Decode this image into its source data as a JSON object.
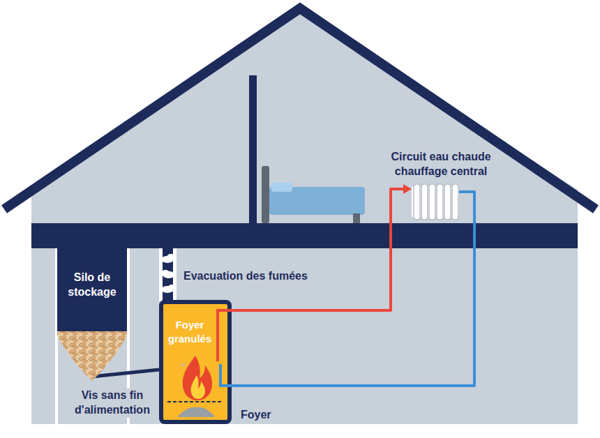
{
  "diagram": {
    "nodes": [
      {
        "text": [
          "Circuit eau chaude chauffage central"
        ]
      },
      {
        "text": [
          "Silo de stockage"
        ]
      },
      {
        "text": [
          "Foyer granulés",
          "Foyer"
        ]
      }
    ],
    "edges": [
      {
        "from": 2,
        "to": 0,
        "arrow": "to"
      },
      {
        "from": 0,
        "to": 2,
        "arrow": "none"
      },
      {
        "from": 1,
        "to": 2,
        "arrow": "none"
      }
    ],
    "labels": [
      "Evacuation des fumées",
      "Vis sans fin d'alimentation"
    ]
  }
}
